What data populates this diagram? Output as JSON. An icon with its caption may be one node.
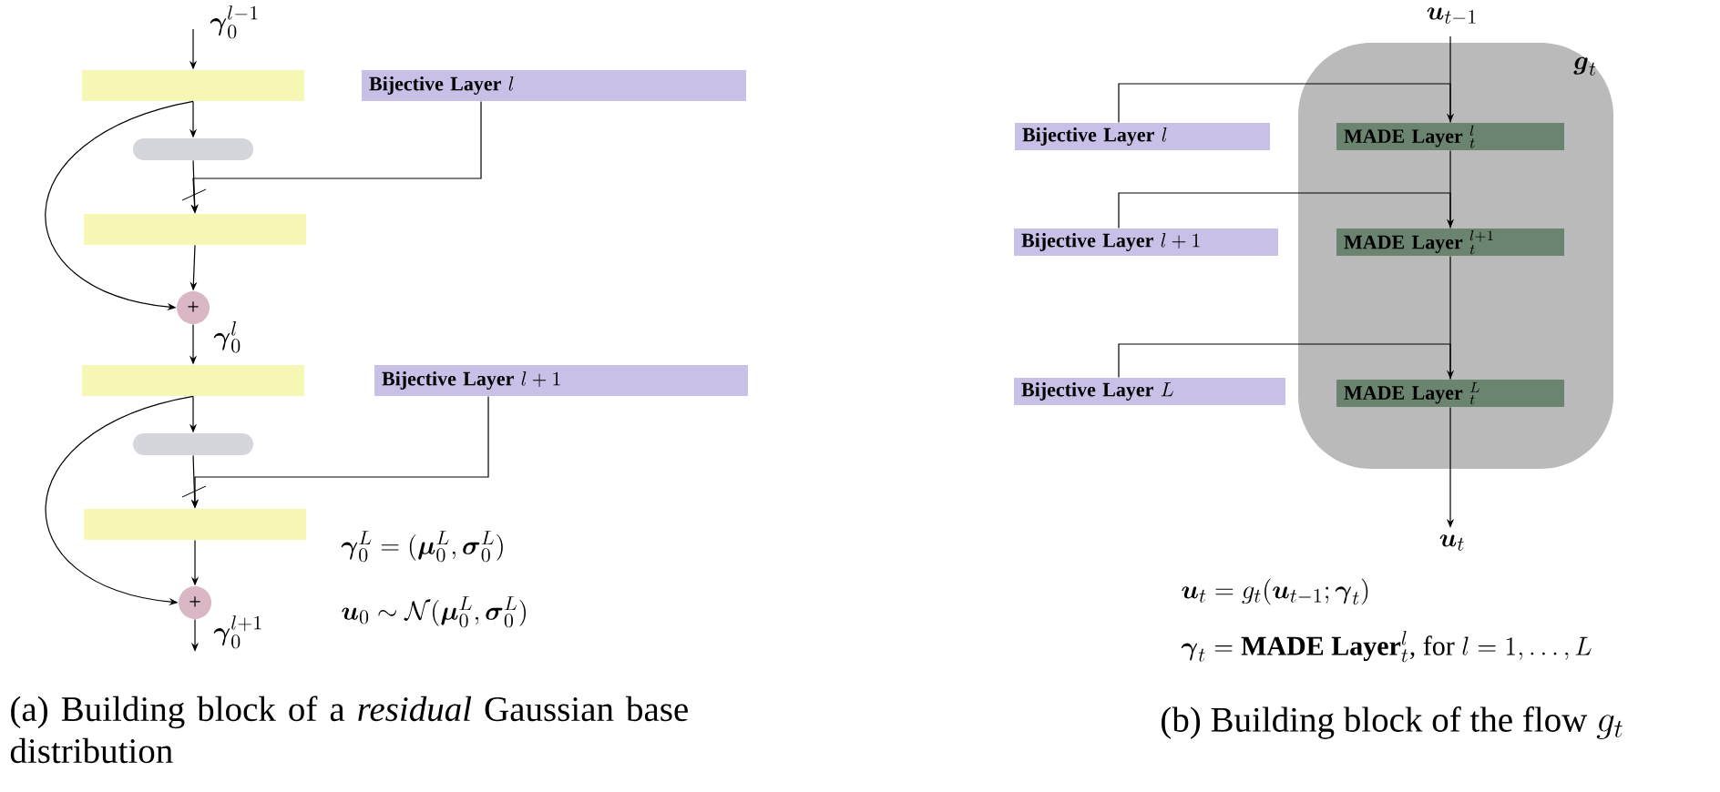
{
  "diagram": {
    "nodes": [
      {
        "text": [],
        "shape": "box"
      },
      {
        "text": [
          "\\textbf{Bijective Layer}\\ l"
        ]
      },
      {
        "text": [],
        "shape": "box"
      },
      {
        "text": [],
        "shape": "box"
      },
      {
        "text": [
          "+"
        ]
      },
      {
        "text": [],
        "shape": "box"
      },
      {
        "text": [
          "\\textbf{Bijective Layer}\\ l+1"
        ]
      },
      {
        "text": [],
        "shape": "box"
      },
      {
        "text": [],
        "shape": "box"
      },
      {
        "text": [
          "+"
        ]
      },
      {
        "text": [
          "\\boldsymbol{g}_t"
        ]
      },
      {
        "text": [
          "\\textbf{Bijective Layer}\\ l"
        ]
      },
      {
        "text": [
          "\\textbf{MADE Layer}\\ {}^{l}_{t}"
        ],
        "in": 10
      },
      {
        "text": [
          "\\textbf{Bijective Layer}\\ l+1"
        ]
      },
      {
        "text": [
          "\\textbf{MADE Layer}\\ {}^{l+1}_{t}"
        ],
        "in": 10
      },
      {
        "text": [
          "\\textbf{Bijective Layer}\\ L"
        ]
      },
      {
        "text": [
          "\\textbf{MADE Layer}\\ {}^{L}_{t}"
        ],
        "in": 10
      }
    ],
    "edges": [
      {
        "from": null,
        "to": 0,
        "arrow": "to",
        "label": "\\boldsymbol{\\gamma}_0^{l-1}"
      },
      {
        "from": 0,
        "to": 2,
        "arrow": "to"
      },
      {
        "from": 2,
        "to": 3,
        "arrow": "to"
      },
      {
        "from": 1,
        "to": 3,
        "arrow": "to"
      },
      {
        "from": 0,
        "to": 4,
        "arrow": "to"
      },
      {
        "from": 3,
        "to": 4,
        "arrow": "to"
      },
      {
        "from": 4,
        "to": 5,
        "arrow": "to",
        "label": "\\boldsymbol{\\gamma}_0^{l}"
      },
      {
        "from": 5,
        "to": 7,
        "arrow": "to"
      },
      {
        "from": 7,
        "to": 8,
        "arrow": "to"
      },
      {
        "from": 6,
        "to": 8,
        "arrow": "to"
      },
      {
        "from": 5,
        "to": 9,
        "arrow": "to"
      },
      {
        "from": 8,
        "to": 9,
        "arrow": "to"
      },
      {
        "from": 9,
        "to": null,
        "arrow": "to",
        "label": "\\boldsymbol{\\gamma}_0^{l+1}"
      },
      {
        "from": null,
        "to": 12,
        "arrow": "none",
        "label": "\\boldsymbol{u}_{t-1}"
      },
      {
        "from": 11,
        "to": 12,
        "arrow": "to"
      },
      {
        "from": 12,
        "to": 14,
        "arrow": "none"
      },
      {
        "from": 13,
        "to": 14,
        "arrow": "to"
      },
      {
        "from": 14,
        "to": 16,
        "arrow": "none"
      },
      {
        "from": 15,
        "to": 16,
        "arrow": "to"
      },
      {
        "from": 16,
        "to": null,
        "arrow": "to",
        "label": "\\boldsymbol{u}_t"
      }
    ],
    "labels": [
      "\\boldsymbol{\\gamma}_0^L = (\\boldsymbol{\\mu}_0^L, \\boldsymbol{\\sigma}_0^L)",
      "\\boldsymbol{u}_0 \\sim \\mathcal{N}(\\boldsymbol{\\mu}_0^L, \\boldsymbol{\\sigma}_0^L)",
      "\\boldsymbol{u}_t = g_t(\\boldsymbol{u}_{t-1}; \\boldsymbol{\\gamma}_t)",
      "\\boldsymbol{\\gamma}_t = \\textbf{MADE Layer}_t^l\\text{, for } l = 1, \\ldots, L",
      "(a) Building block of a *residual* Gaussian base distribution",
      "\\text{(b) Building block of the flow } g_t"
    ]
  }
}
